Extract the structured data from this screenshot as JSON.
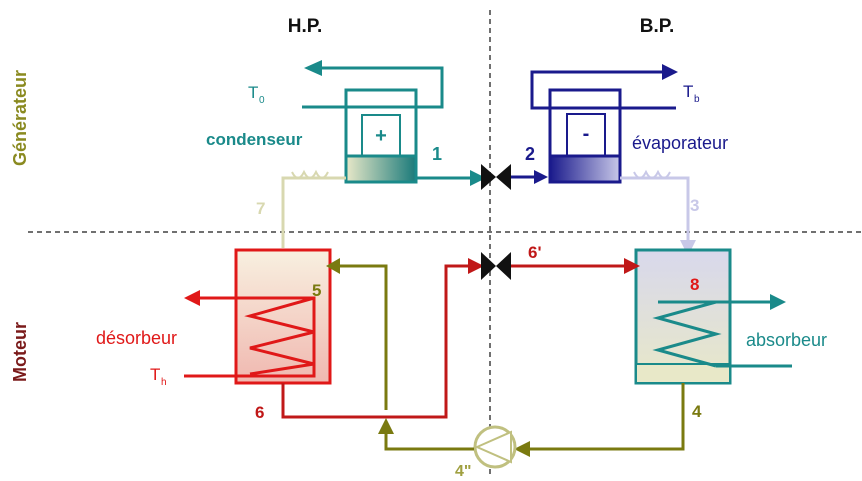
{
  "headers": {
    "hp": "H.P.",
    "bp": "B.P."
  },
  "side_labels": {
    "top": "Générateur",
    "bottom": "Moteur"
  },
  "components": {
    "condenser": {
      "label": "condenseur",
      "sign": "+"
    },
    "evaporator": {
      "label": "évaporateur",
      "sign": "-"
    },
    "desorber": {
      "label": "désorbeur"
    },
    "absorber": {
      "label": "absorbeur"
    }
  },
  "temperatures": {
    "t0": {
      "main": "T",
      "sub": "0"
    },
    "tb": {
      "main": "T",
      "sub": "b"
    },
    "th": {
      "main": "T",
      "sub": "h"
    }
  },
  "points": {
    "p1": "1",
    "p2": "2",
    "p3": "3",
    "p4": "4",
    "p4p": "4\"",
    "p5": "5",
    "p6": "6",
    "p6p": "6'",
    "p7": "7",
    "p8": "8"
  },
  "colors": {
    "teal": "#1a8a8a",
    "navy": "#1a1a8c",
    "red": "#e01818",
    "olive": "#7a7a10",
    "pale": "#d8d8b0",
    "lavender": "#c8c8e8",
    "divider": "#707070"
  }
}
